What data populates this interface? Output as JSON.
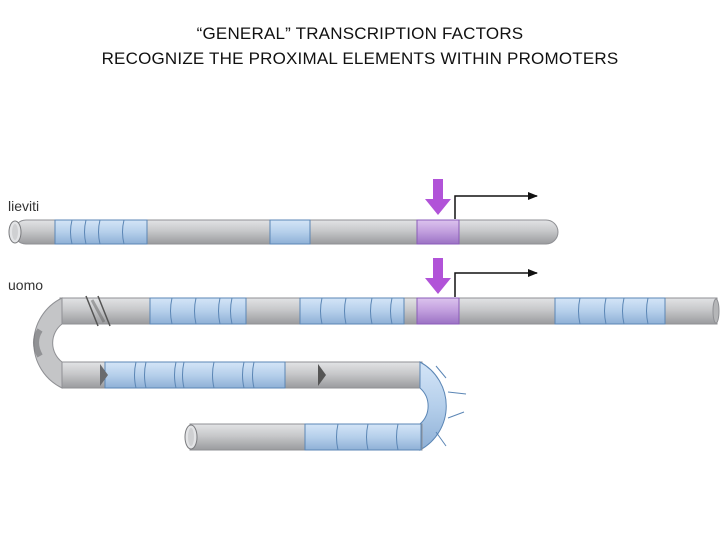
{
  "slide": {
    "title_line1": "“GENERAL” TRANSCRIPTION FACTORS",
    "title_line2": "RECOGNIZE THE PROXIMAL ELEMENTS WITHIN PROMOTERS"
  },
  "diagram": {
    "labels": {
      "yeast": "lieviti",
      "human": "uomo"
    },
    "colors": {
      "tube": "#c9cacc",
      "tube_dark": "#8f9094",
      "element": "#b9d3ee",
      "element_edge": "#5b86b5",
      "promoter": "#c6a4de",
      "promoter_edge": "#8a5cb8",
      "arrow": "#b153d8"
    }
  }
}
